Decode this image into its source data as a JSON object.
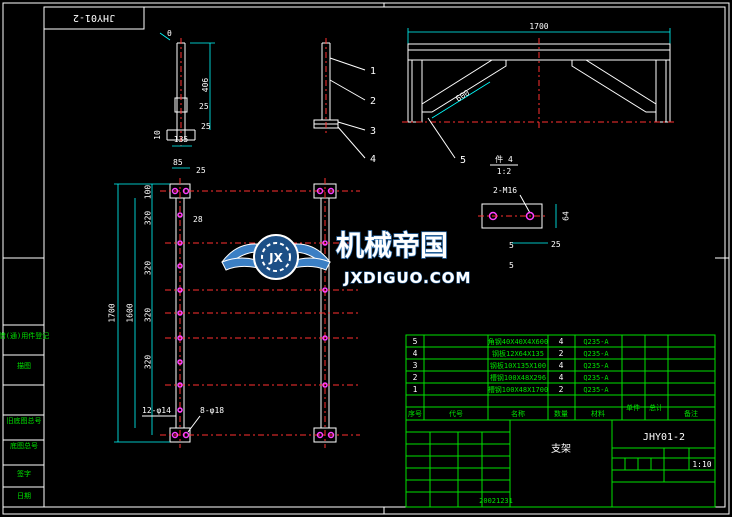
{
  "drawing": {
    "code_top": "JHY01-2",
    "code_block": "JHY01-2",
    "drawing_title": "支架",
    "scale": "1:10",
    "date": "20021231"
  },
  "callouts": [
    "1",
    "2",
    "3",
    "4",
    "5"
  ],
  "dimensions": {
    "overall_width": "1700",
    "overall_height": "1700",
    "inner_height": "1600",
    "top_height": "406",
    "d25a": "25",
    "d25b": "25",
    "d10": "10",
    "d135": "135",
    "d85": "85",
    "d25c": "25",
    "d100": "100",
    "d320a": "320",
    "d320b": "320",
    "d320c": "320",
    "d320d": "320",
    "d28": "28",
    "diag600": "600",
    "holes_left": "12-φ14",
    "holes_right": "8-φ18",
    "plate_holes": "2-M16",
    "plate_64": "64",
    "plate_25": "25",
    "plate_5a": "5",
    "plate_5b": "5",
    "part4_label": "件 4",
    "part4_scale": "1:2"
  },
  "bom": {
    "rows": [
      {
        "no": "5",
        "name": "角钢40X40X4X600",
        "qty": "4",
        "material": "Q235-A"
      },
      {
        "no": "4",
        "name": "钢板12X64X135",
        "qty": "2",
        "material": "Q235-A"
      },
      {
        "no": "3",
        "name": "钢板10X135X100",
        "qty": "4",
        "material": "Q235-A"
      },
      {
        "no": "2",
        "name": "槽钢100X48X296",
        "qty": "4",
        "material": "Q235-A"
      },
      {
        "no": "1",
        "name": "槽钢100X48X1700",
        "qty": "2",
        "material": "Q235-A"
      }
    ],
    "headers": [
      "序号",
      "代号",
      "名称",
      "数量",
      "材料",
      "单件",
      "总计",
      "备注"
    ]
  },
  "side_labels": [
    "借(通)用件登记",
    "描图",
    "旧底图总号",
    "底图总号",
    "签字",
    "日期"
  ],
  "watermark": {
    "cn": "机械帝国",
    "en": "JXDIGUO.COM"
  },
  "colors": {
    "background": "#000000",
    "outline": "#ffffff",
    "frame": "#00e000",
    "center": "#ff3030",
    "dimension": "#00ffff",
    "hole": "#ff40ff"
  }
}
